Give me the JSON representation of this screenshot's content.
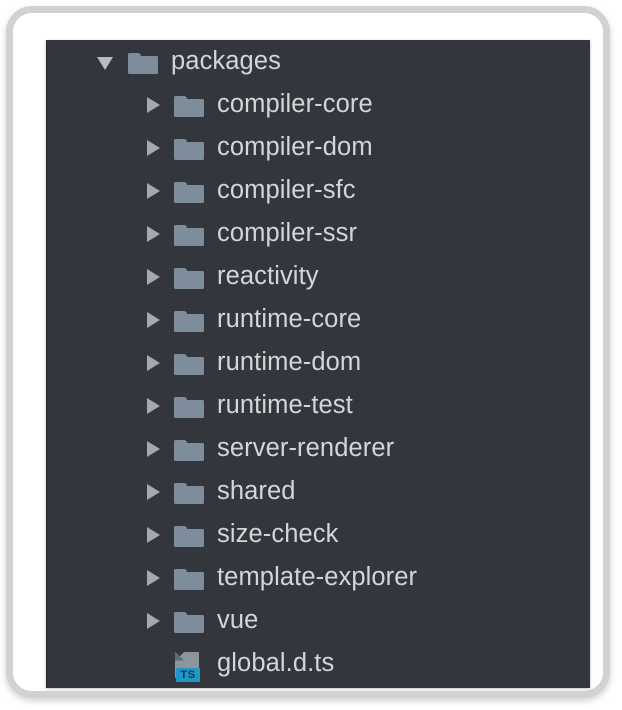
{
  "window": {
    "background_color": "#ffffff",
    "frame_border_color": "#d2d2d2",
    "panel_background_color": "#33373d",
    "text_color": "#d3d6d9",
    "folder_icon_color": "#7d8d9c",
    "arrow_color": "#a6a8ab",
    "ts_badge_color": "#2196c8"
  },
  "file_tree": {
    "root": {
      "label": "packages",
      "type": "folder",
      "expanded": true,
      "depth": 0,
      "twisty": "chevron-down-icon",
      "icon": "folder-icon"
    },
    "children": [
      {
        "label": "compiler-core",
        "type": "folder",
        "expanded": false,
        "depth": 1,
        "twisty": "chevron-right-icon",
        "icon": "folder-icon"
      },
      {
        "label": "compiler-dom",
        "type": "folder",
        "expanded": false,
        "depth": 1,
        "twisty": "chevron-right-icon",
        "icon": "folder-icon"
      },
      {
        "label": "compiler-sfc",
        "type": "folder",
        "expanded": false,
        "depth": 1,
        "twisty": "chevron-right-icon",
        "icon": "folder-icon"
      },
      {
        "label": "compiler-ssr",
        "type": "folder",
        "expanded": false,
        "depth": 1,
        "twisty": "chevron-right-icon",
        "icon": "folder-icon"
      },
      {
        "label": "reactivity",
        "type": "folder",
        "expanded": false,
        "depth": 1,
        "twisty": "chevron-right-icon",
        "icon": "folder-icon"
      },
      {
        "label": "runtime-core",
        "type": "folder",
        "expanded": false,
        "depth": 1,
        "twisty": "chevron-right-icon",
        "icon": "folder-icon"
      },
      {
        "label": "runtime-dom",
        "type": "folder",
        "expanded": false,
        "depth": 1,
        "twisty": "chevron-right-icon",
        "icon": "folder-icon"
      },
      {
        "label": "runtime-test",
        "type": "folder",
        "expanded": false,
        "depth": 1,
        "twisty": "chevron-right-icon",
        "icon": "folder-icon"
      },
      {
        "label": "server-renderer",
        "type": "folder",
        "expanded": false,
        "depth": 1,
        "twisty": "chevron-right-icon",
        "icon": "folder-icon"
      },
      {
        "label": "shared",
        "type": "folder",
        "expanded": false,
        "depth": 1,
        "twisty": "chevron-right-icon",
        "icon": "folder-icon"
      },
      {
        "label": "size-check",
        "type": "folder",
        "expanded": false,
        "depth": 1,
        "twisty": "chevron-right-icon",
        "icon": "folder-icon"
      },
      {
        "label": "template-explorer",
        "type": "folder",
        "expanded": false,
        "depth": 1,
        "twisty": "chevron-right-icon",
        "icon": "folder-icon"
      },
      {
        "label": "vue",
        "type": "folder",
        "expanded": false,
        "depth": 1,
        "twisty": "chevron-right-icon",
        "icon": "folder-icon"
      },
      {
        "label": "global.d.ts",
        "type": "file",
        "expanded": null,
        "depth": 1,
        "twisty": "none",
        "icon": "typescript-file-icon",
        "badge": "TS"
      }
    ]
  }
}
